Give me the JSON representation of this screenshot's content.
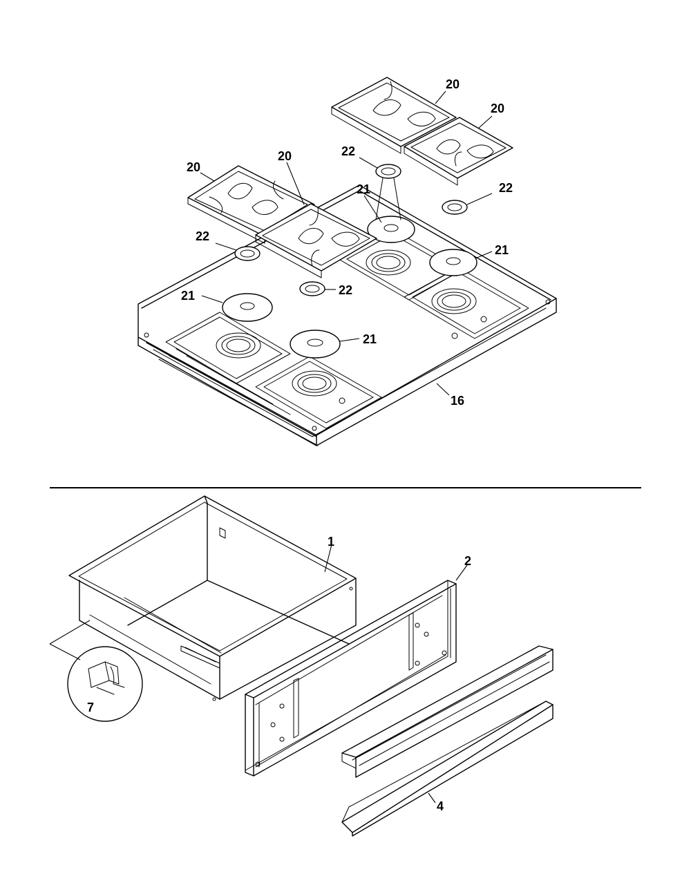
{
  "callouts": {
    "grate_back_right": "20",
    "grate_far_right": "20",
    "grate_left": "20",
    "grate_center": "20",
    "ring_top": "22",
    "ring_right": "22",
    "ring_left": "22",
    "ring_center": "22",
    "burner_cap_back_center": "21",
    "burner_cap_back_right": "21",
    "burner_cap_front_left": "21",
    "burner_cap_front_center": "21",
    "cooktop": "16",
    "drawer_body": "1",
    "drawer_front_panel": "2",
    "drawer_trim": "4",
    "drawer_clip": "7"
  }
}
